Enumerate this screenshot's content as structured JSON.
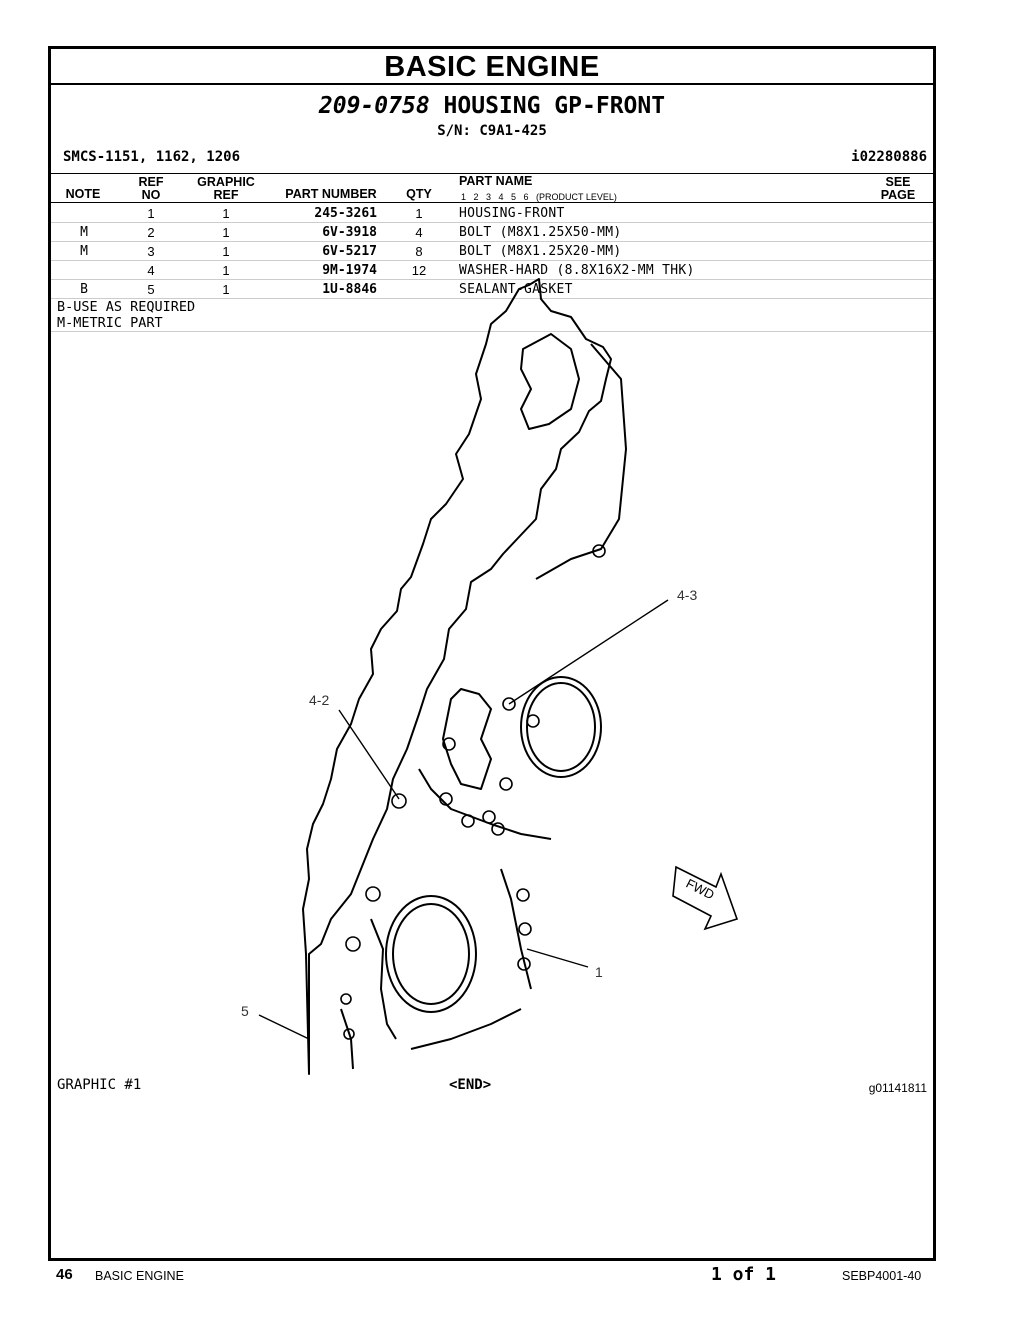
{
  "header": {
    "section_title": "BASIC ENGINE",
    "group_part_number": "209-0758",
    "group_name": "HOUSING GP-FRONT",
    "serial": "S/N: C9A1-425",
    "smcs": "SMCS-1151, 1162, 1206",
    "illustration_id": "i02280886"
  },
  "table": {
    "columns": {
      "note": "NOTE",
      "ref_no": "REF NO",
      "graphic_ref": "GRAPHIC REF",
      "part_number": "PART NUMBER",
      "qty": "QTY",
      "part_name": "PART NAME",
      "product_levels": "1   2   3   4   5   6   (PRODUCT LEVEL)",
      "see_page": "SEE PAGE"
    },
    "rows": [
      {
        "note": "",
        "ref": "1",
        "gref": "1",
        "part_number": "245-3261",
        "qty": "1",
        "name": "HOUSING-FRONT"
      },
      {
        "note": "M",
        "ref": "2",
        "gref": "1",
        "part_number": "6V-3918",
        "qty": "4",
        "name": "BOLT (M8X1.25X50-MM)"
      },
      {
        "note": "M",
        "ref": "3",
        "gref": "1",
        "part_number": "6V-5217",
        "qty": "8",
        "name": "BOLT (M8X1.25X20-MM)"
      },
      {
        "note": "",
        "ref": "4",
        "gref": "1",
        "part_number": "9M-1974",
        "qty": "12",
        "name": "WASHER-HARD (8.8X16X2-MM THK)"
      },
      {
        "note": "B",
        "ref": "5",
        "gref": "1",
        "part_number": "1U-8846",
        "qty": "",
        "name": "SEALANT-GASKET"
      }
    ]
  },
  "notes": [
    "B-USE AS REQUIRED",
    "M-METRIC PART"
  ],
  "diagram": {
    "callouts": [
      "4-3",
      "4-2",
      "1",
      "5"
    ],
    "direction_label": "FWD"
  },
  "graphic_label": "GRAPHIC #1",
  "end_label": "<END>",
  "graphic_id": "g01141811",
  "footer": {
    "page_number": "46",
    "section": "BASIC ENGINE",
    "page_count": "1 of 1",
    "doc_number": "SEBP4001-40"
  }
}
